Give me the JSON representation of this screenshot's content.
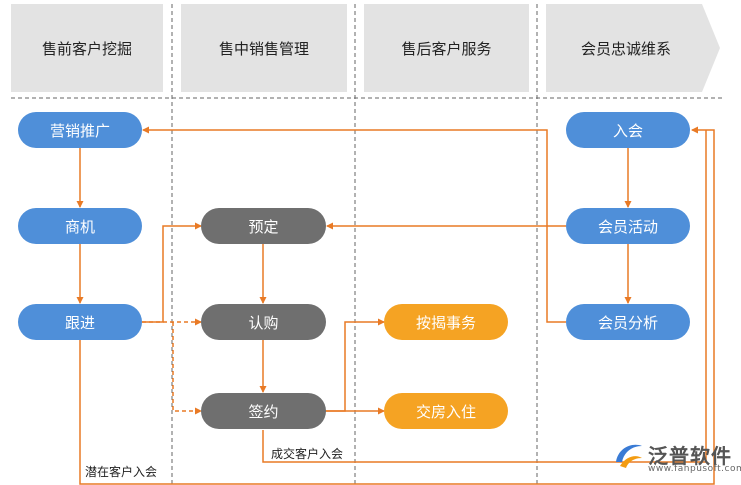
{
  "headers": [
    "售前客户挖掘",
    "售中销售管理",
    "售后客户服务",
    "会员忠诚维系"
  ],
  "nodes": {
    "marketing": "营销推广",
    "opportunity": "商机",
    "followup": "跟进",
    "reservation": "预定",
    "subscription": "认购",
    "signing": "签约",
    "mortgage": "按揭事务",
    "handover": "交房入住",
    "membership": "入会",
    "member_activity": "会员活动",
    "member_analysis": "会员分析"
  },
  "labels": {
    "potential_member": "潜在客户入会",
    "deal_member": "成交客户入会"
  },
  "logo": {
    "name": "泛普软件",
    "url": "www.fanpusoft.com"
  },
  "colors": {
    "blue_node": "#4f8fd9",
    "gray_node": "#6f6f6f",
    "orange_node": "#f5a323",
    "arrow": "#e97a25",
    "header_bg": "#e3e3e3"
  }
}
